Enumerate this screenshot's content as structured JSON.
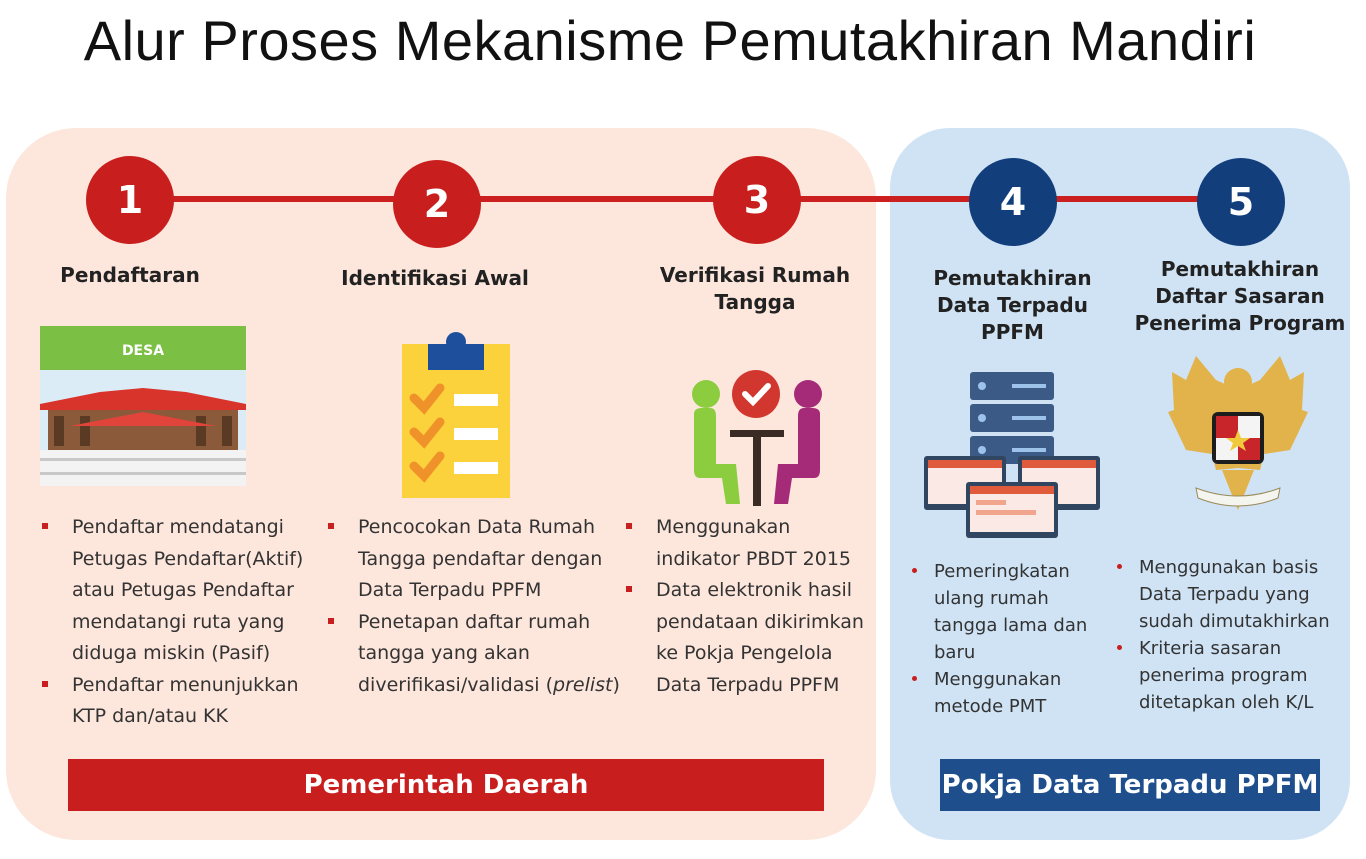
{
  "title": "Alur Proses Mekanisme Pemutakhiran Mandiri",
  "colors": {
    "red": "#c81e1e",
    "blue": "#123f7c",
    "left_bg": "#fde6dc",
    "right_bg": "#cfe3f5"
  },
  "steps": [
    {
      "number": "1",
      "title_lines": [
        "Pendaftaran"
      ],
      "icon": "village-office-icon",
      "icon_label": "DESA",
      "bullets": [
        "Pendaftar mendatangi Petugas Pendaftar(Aktif) atau Petugas Pendaftar mendatangi ruta yang diduga miskin (Pasif)",
        "Pendaftar menunjukkan KTP dan/atau KK"
      ]
    },
    {
      "number": "2",
      "title_lines": [
        "Identifikasi Awal"
      ],
      "icon": "clipboard-checklist-icon",
      "bullets": [
        "Pencocokan Data Rumah Tangga pendaftar dengan Data Terpadu PPFM",
        "Penetapan daftar rumah tangga yang akan diverifikasi/validasi ("
      ],
      "bullet2_italic": "prelist",
      "bullet2_end": ")"
    },
    {
      "number": "3",
      "title_lines": [
        "Verifikasi Rumah",
        "Tangga"
      ],
      "icon": "interview-meeting-icon",
      "bullets": [
        "Menggunakan indikator PBDT 2015",
        "Data elektronik hasil pendataan dikirimkan ke Pokja Pengelola Data Terpadu PPFM"
      ]
    },
    {
      "number": "4",
      "title_lines": [
        "Pemutakhiran",
        "Data Terpadu",
        "PPFM"
      ],
      "icon": "server-monitors-icon",
      "bullets": [
        "Pemeringkatan ulang rumah tangga lama dan baru",
        "Menggunakan metode PMT"
      ]
    },
    {
      "number": "5",
      "title_lines": [
        "Pemutakhiran",
        "Daftar Sasaran",
        "Penerima Program"
      ],
      "icon": "garuda-emblem-icon",
      "bullets": [
        "Menggunakan basis Data Terpadu yang sudah dimutakhirkan",
        "Kriteria sasaran penerima program ditetapkan oleh K/L"
      ]
    }
  ],
  "bars": {
    "left": "Pemerintah Daerah",
    "right": "Pokja Data Terpadu PPFM"
  }
}
